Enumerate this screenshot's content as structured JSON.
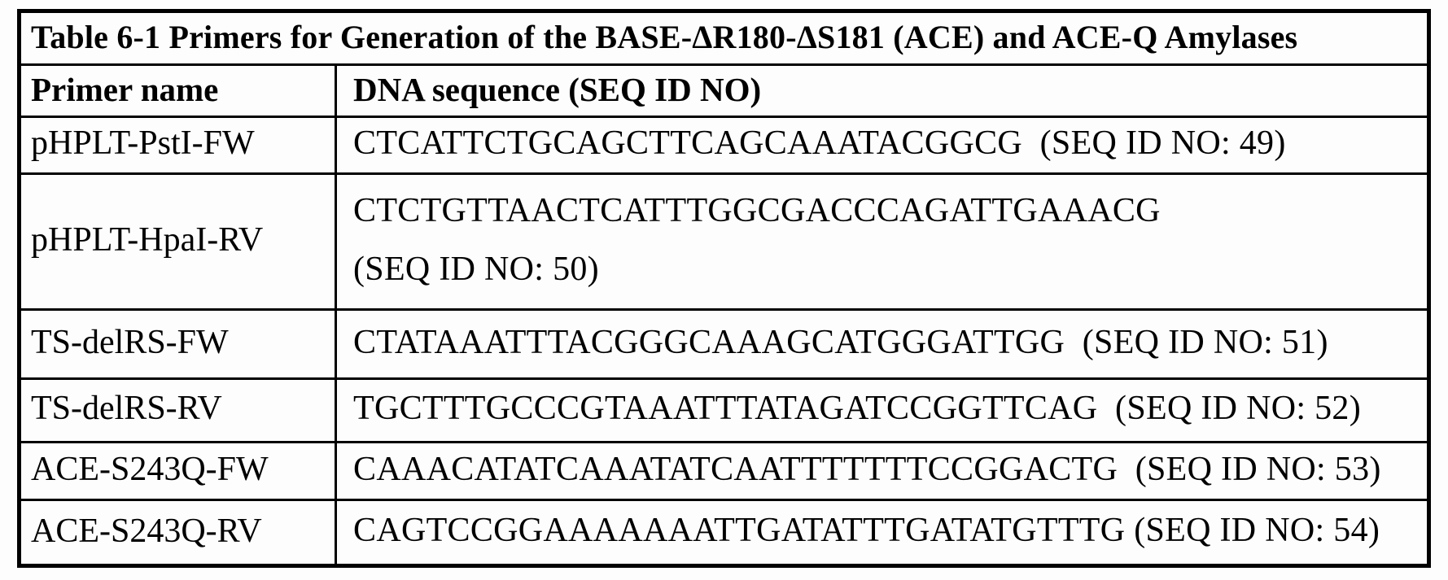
{
  "table": {
    "title": "Table 6-1  Primers for Generation of the BASE-ΔR180-ΔS181 (ACE) and ACE-Q Amylases",
    "columns": {
      "primer_name": "Primer name",
      "dna_sequence": "DNA sequence (SEQ ID NO)"
    },
    "rows": [
      {
        "primer": "pHPLT-PstI-FW",
        "lines": [
          "CTCATTCTGCAGCTTCAGCAAATACGGCG  (SEQ ID NO: 49)"
        ]
      },
      {
        "primer": "pHPLT-HpaI-RV",
        "lines": [
          "CTCTGTTAACTCATTTGGCGACCCAGATTGAAACG",
          "(SEQ ID NO: 50)"
        ]
      },
      {
        "primer": "TS-delRS-FW",
        "lines": [
          "CTATAAATTTACGGGCAAAGCATGGGATTGG  (SEQ ID NO: 51)"
        ]
      },
      {
        "primer": "TS-delRS-RV",
        "lines": [
          "TGCTTTGCCCGTAAATTTATAGATCCGGTTCAG  (SEQ ID NO: 52)"
        ]
      },
      {
        "primer": "ACE-S243Q-FW",
        "lines": [
          "CAAACATATCAAATATCAATTTTTTTCCGGACTG  (SEQ ID NO: 53)"
        ]
      },
      {
        "primer": "ACE-S243Q-RV",
        "lines": [
          "CAGTCCGGAAAAAAATTGATATTTGATATGTTTG (SEQ ID NO: 54)"
        ]
      }
    ]
  }
}
